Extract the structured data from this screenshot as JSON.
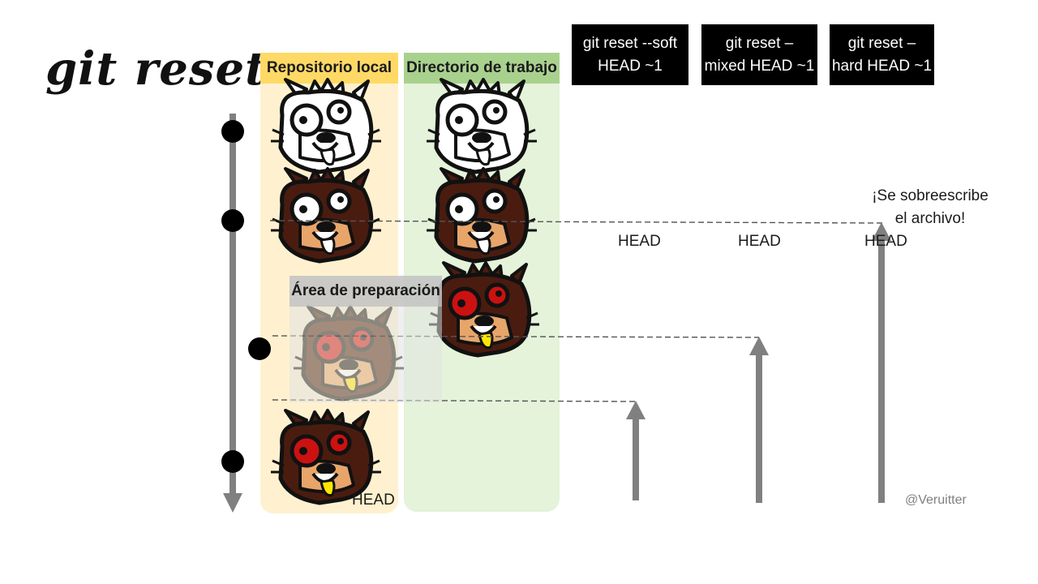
{
  "title": "git reset",
  "columns": {
    "local_label": "Repositorio local",
    "working_label": "Directorio de trabajo",
    "staging_label": "Área de preparación"
  },
  "commands": {
    "soft": "git reset --soft\nHEAD ~1",
    "mixed": "git reset –\nmixed HEAD ~1",
    "hard": "git reset –\nhard HEAD ~1"
  },
  "head_labels": {
    "local": "HEAD",
    "soft": "HEAD",
    "mixed": "HEAD",
    "hard": "HEAD"
  },
  "overwrite_note": "¡Se sobreescribe\nel archivo!",
  "credit": "@Veruitter",
  "colors": {
    "local_header": "#ffd966",
    "local_bg": "#fff1cf",
    "working_header": "#a9d18e",
    "working_bg": "#e4f3d9",
    "arrow": "#808080",
    "command_bg": "#000000"
  },
  "icons": {
    "commit_1": "white-cartoon-dog-face-icon",
    "commit_2": "brown-cartoon-dog-face-icon",
    "commit_3": "red-eyed-cartoon-dog-face-icon"
  }
}
